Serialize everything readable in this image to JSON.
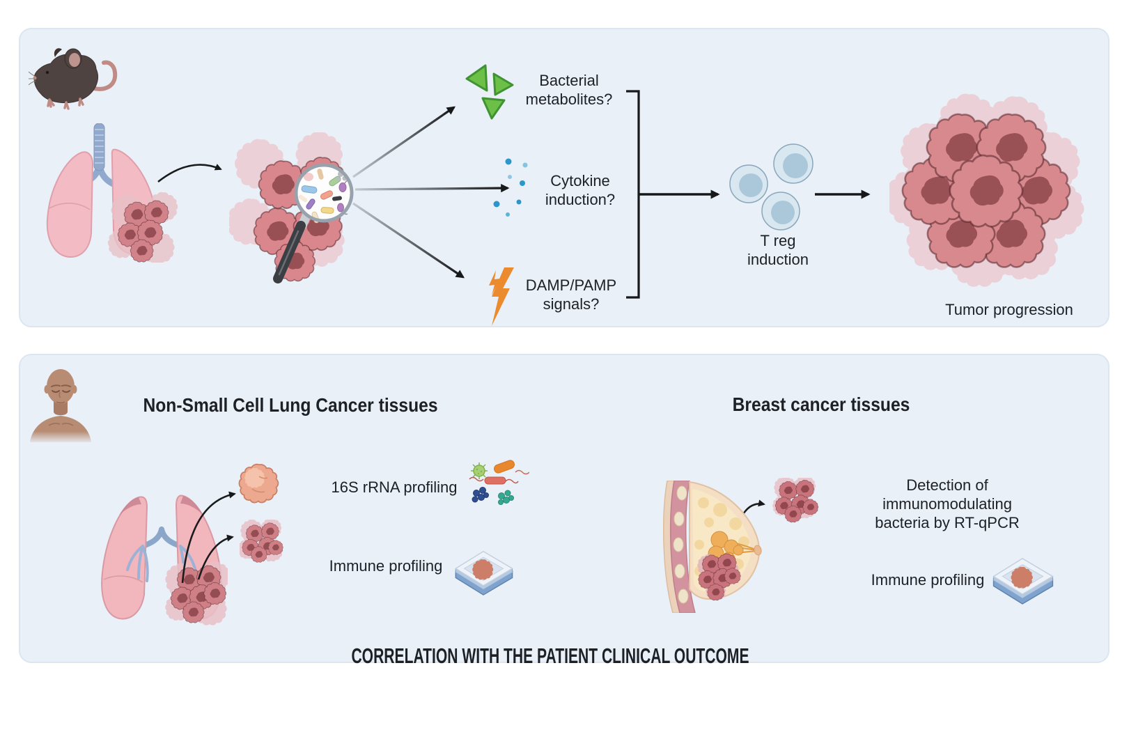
{
  "panels": {
    "top": {
      "labels": {
        "bacterial_metabolites": "Bacterial\nmetabolites?",
        "cytokine_induction": "Cytokine\ninduction?",
        "damp_pamp": "DAMP/PAMP\nsignals?",
        "treg_induction": "T reg\ninduction",
        "tumor_progression": "Tumor progression"
      }
    },
    "bottom": {
      "nsclc_title": "Non-Small Cell Lung Cancer tissues",
      "breast_title": "Breast cancer tissues",
      "labels": {
        "rrna_profiling": "16S rRNA profiling",
        "immune_profiling_left": "Immune profiling",
        "detection_rtqpcr": "Detection of\nimmunomodulating\nbacteria by RT-qPCR",
        "immune_profiling_right": "Immune profiling"
      },
      "footer": "CORRELATION WITH THE PATIENT CLINICAL OUTCOME"
    }
  },
  "colors": {
    "panel_bg": "#e9f0f8",
    "panel_border": "#dbe6f1",
    "text": "#1d2025",
    "arrow": "#17181a",
    "metabolite_green": "#6cbf47",
    "cytokine_blue": "#2b96c9",
    "damp_orange": "#ec8b2d"
  }
}
